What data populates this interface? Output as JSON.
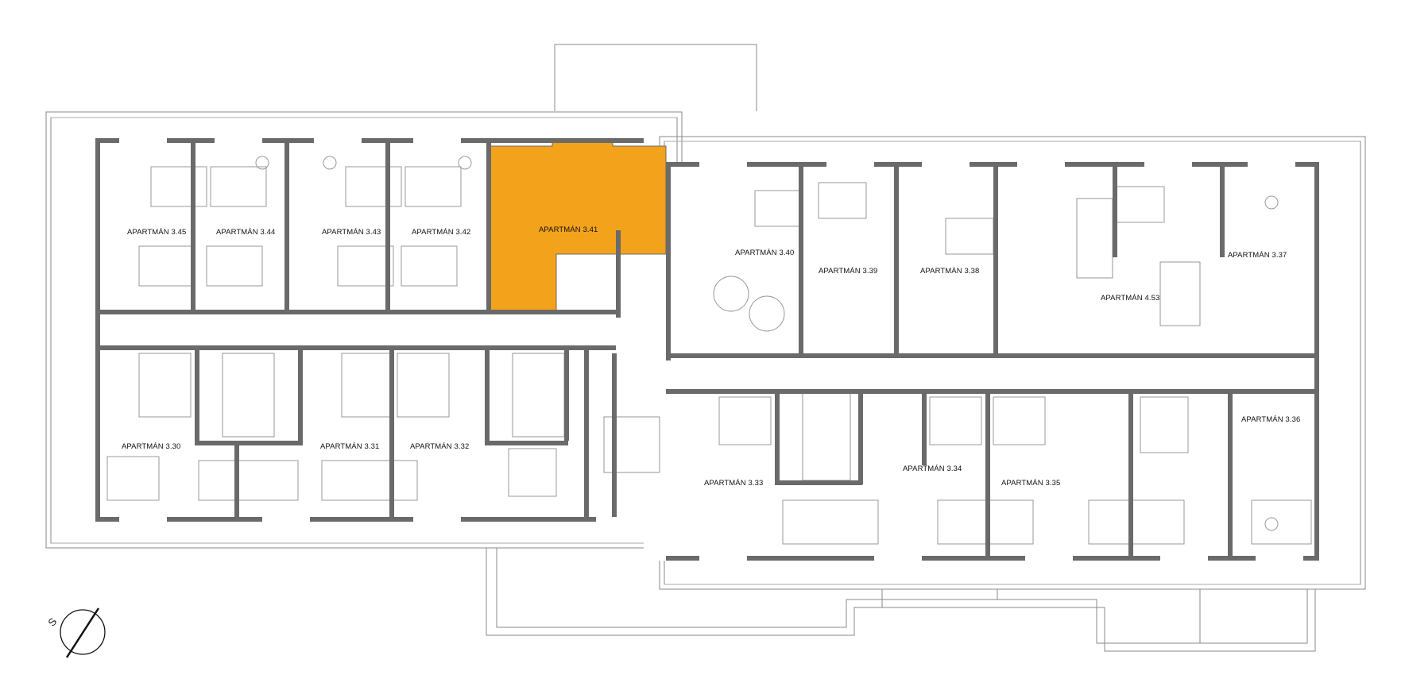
{
  "highlight_color": "#f3a21b",
  "wall_color": "#6a6a6a",
  "line_color": "#8a8a8a",
  "north_arrow": {
    "label": "S",
    "icon": "north-arrow-icon"
  },
  "apartments": [
    {
      "id": "3.45",
      "label": "APARTMÁN 3.45",
      "highlighted": false
    },
    {
      "id": "3.44",
      "label": "APARTMÁN 3.44",
      "highlighted": false
    },
    {
      "id": "3.43",
      "label": "APARTMÁN 3.43",
      "highlighted": false
    },
    {
      "id": "3.42",
      "label": "APARTMÁN 3.42",
      "highlighted": false
    },
    {
      "id": "3.41",
      "label": "APARTMÁN 3.41",
      "highlighted": true
    },
    {
      "id": "3.40",
      "label": "APARTMÁN 3.40",
      "highlighted": false
    },
    {
      "id": "3.39",
      "label": "APARTMÁN 3.39",
      "highlighted": false
    },
    {
      "id": "3.38",
      "label": "APARTMÁN 3.38",
      "highlighted": false
    },
    {
      "id": "4.53",
      "label": "APARTMÁN 4.53",
      "highlighted": false
    },
    {
      "id": "3.37",
      "label": "APARTMÁN 3.37",
      "highlighted": false
    },
    {
      "id": "3.30",
      "label": "APARTMÁN 3.30",
      "highlighted": false
    },
    {
      "id": "3.31",
      "label": "APARTMÁN 3.31",
      "highlighted": false
    },
    {
      "id": "3.32",
      "label": "APARTMÁN 3.32",
      "highlighted": false
    },
    {
      "id": "3.33",
      "label": "APARTMÁN 3.33",
      "highlighted": false
    },
    {
      "id": "3.34",
      "label": "APARTMÁN 3.34",
      "highlighted": false
    },
    {
      "id": "3.35",
      "label": "APARTMÁN 3.35",
      "highlighted": false
    },
    {
      "id": "3.36",
      "label": "APARTMÁN 3.36",
      "highlighted": false
    }
  ]
}
